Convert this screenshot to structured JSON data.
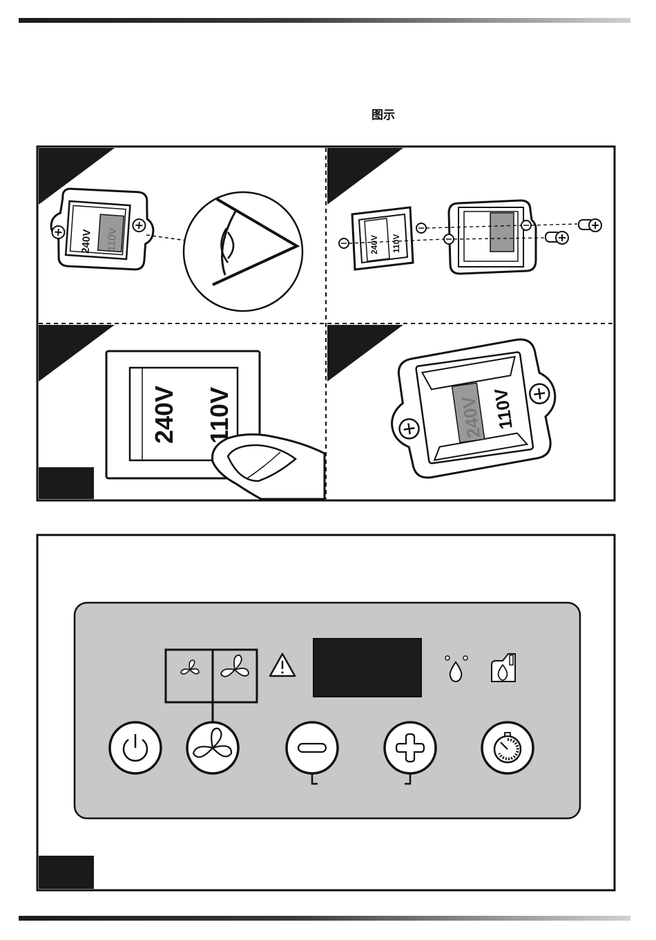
{
  "page": {
    "title": "图示"
  },
  "figure1": {
    "panels": [
      {
        "id": "check-voltage",
        "switch_labels": [
          "240V",
          "110V"
        ]
      },
      {
        "id": "remove-switch",
        "switch_labels": [
          "240V",
          "110V"
        ]
      },
      {
        "id": "press-switch",
        "switch_labels": [
          "240V",
          "110V"
        ]
      },
      {
        "id": "reinstall-switch",
        "switch_labels": [
          "240V",
          "110V"
        ]
      }
    ]
  },
  "control_panel": {
    "buttons": [
      "power-icon",
      "fan-icon",
      "minus-icon",
      "plus-icon",
      "timer-icon"
    ],
    "indicators": [
      "fan-low-icon",
      "fan-high-icon",
      "warning-icon",
      "humidity-icon",
      "tank-icon"
    ]
  },
  "colors": {
    "panel_bg": "#c8c8c8",
    "display": "#1c1c1c",
    "highlight": "#9a9a9a"
  }
}
